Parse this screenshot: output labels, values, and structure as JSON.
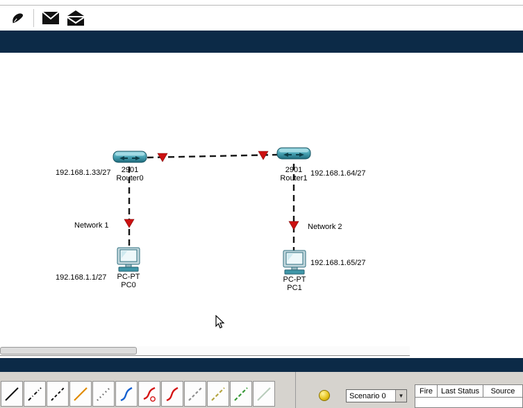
{
  "colors": {
    "navy_bar": "#0c2a47",
    "bottom_bar_bg": "#d6d3ce",
    "link_color": "#151515",
    "status_arrow": "#cc1111",
    "device_teal": "#3f96a8"
  },
  "toolbar": {
    "buttons": [
      {
        "icon": "draw-tool-icon"
      },
      {
        "icon": "add-simple-pdu-envelope-icon"
      },
      {
        "icon": "add-complex-pdu-envelope-icon"
      }
    ]
  },
  "topology": {
    "router0": {
      "model": "2901",
      "name": "Router0",
      "ip": "192.168.1.33/27"
    },
    "router1": {
      "model": "2901",
      "name": "Router1",
      "ip": "192.168.1.64/27"
    },
    "pc0": {
      "model": "PC-PT",
      "name": "PC0",
      "ip": "192.168.1.1/27"
    },
    "pc1": {
      "model": "PC-PT",
      "name": "PC1",
      "ip": "192.168.1.65/27"
    },
    "network1_label": "Network 1",
    "network2_label": "Network 2"
  },
  "connections_palette": {
    "cable_icons": [
      "copper-straight-through-icon",
      "copper-cross-over-icon",
      "console-cable-icon",
      "fiber-cable-icon",
      "phone-cable-icon",
      "coaxial-cable-icon",
      "serial-dce-icon",
      "serial-dte-icon",
      "octal-cable-icon",
      "custom-cable-icon",
      "usb-cable-icon",
      "auto-connect-icon"
    ]
  },
  "simulation_panel": {
    "scenario_value": "Scenario 0",
    "pdu_headers": [
      "Fire",
      "Last Status",
      "Source"
    ]
  }
}
